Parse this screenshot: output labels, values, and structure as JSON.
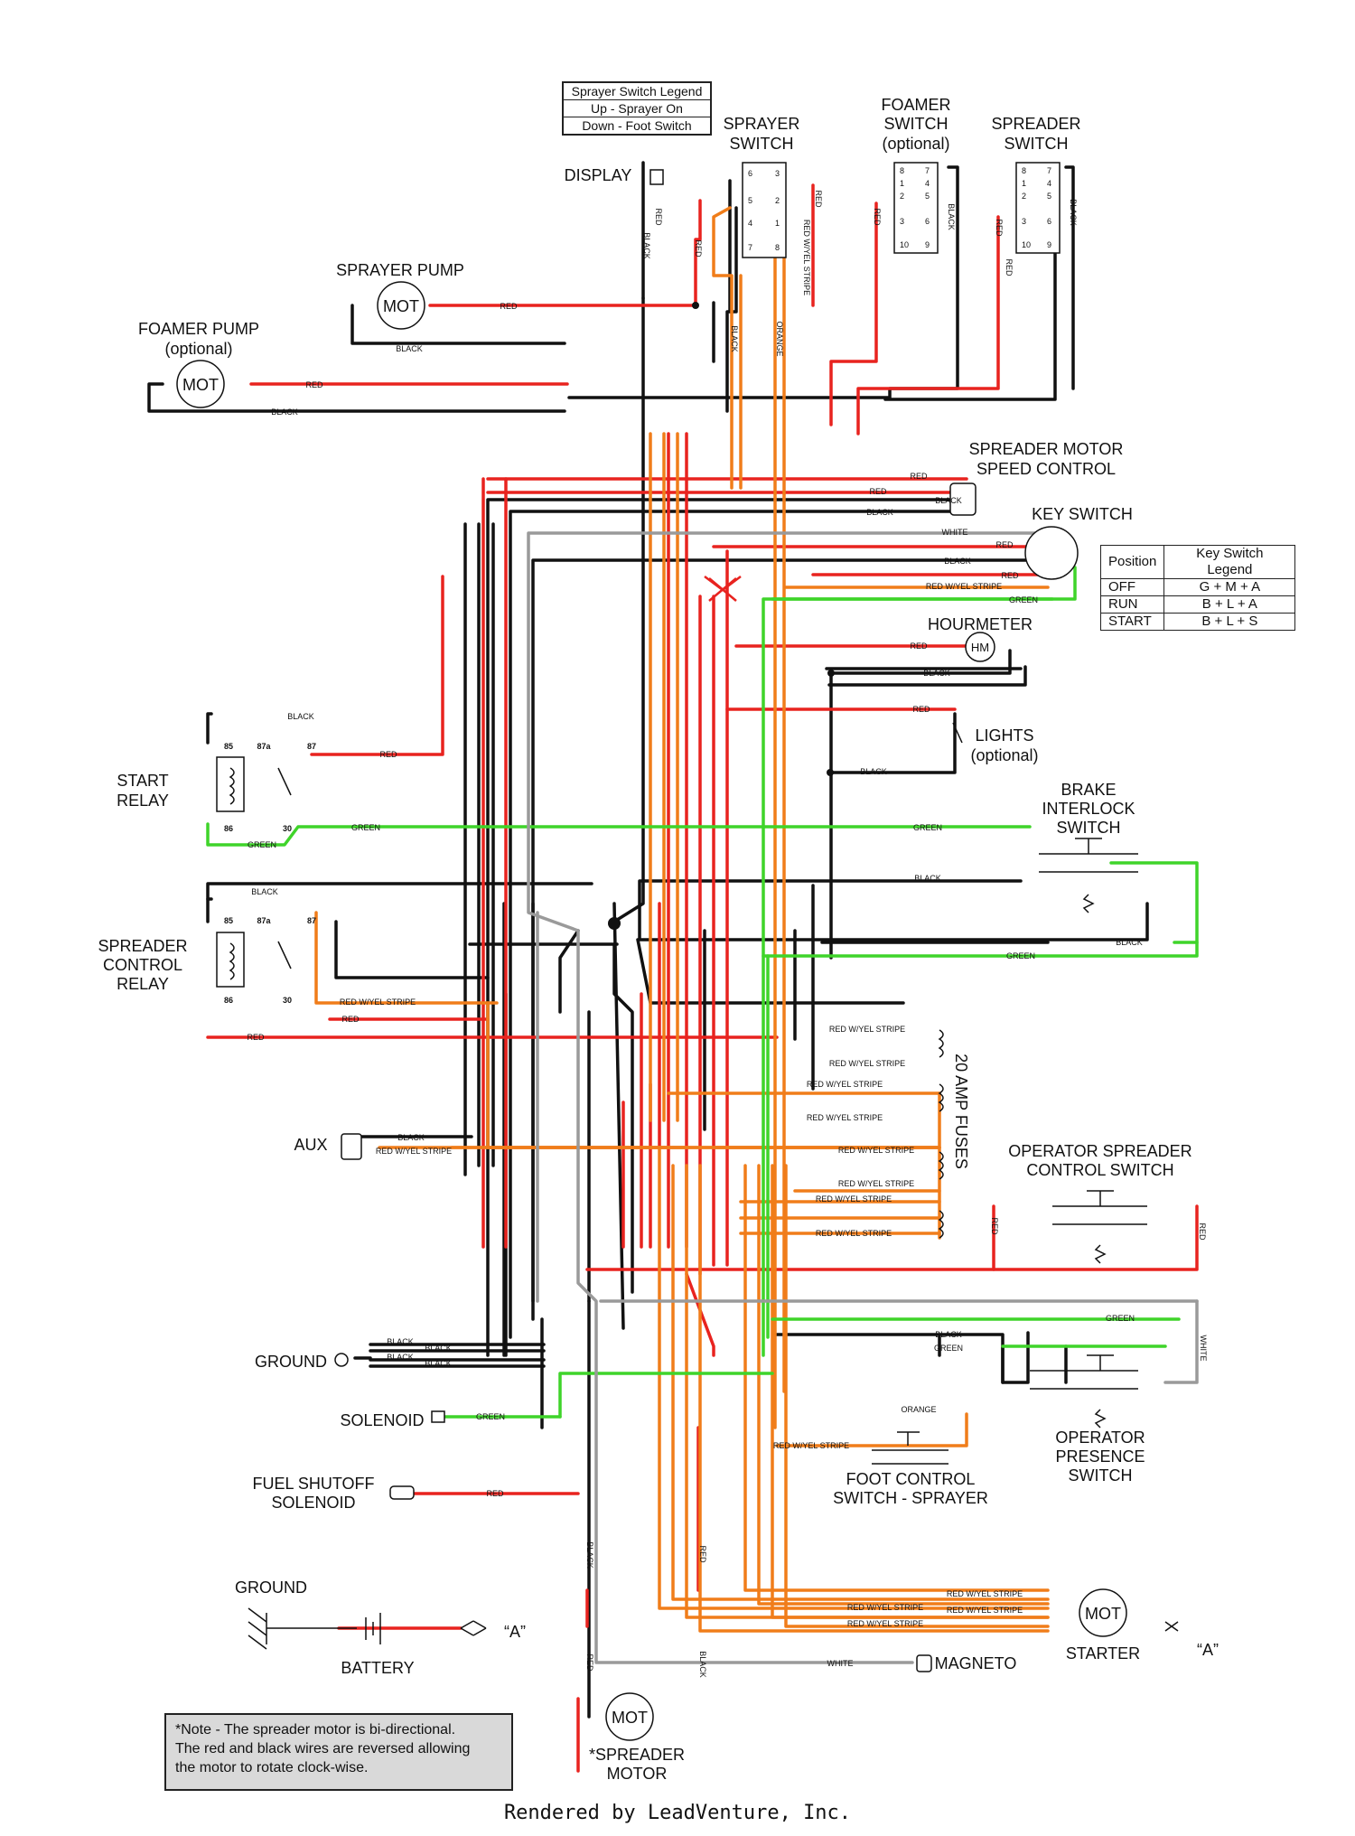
{
  "colors": {
    "red": "#e8231f",
    "black": "#111111",
    "orange": "#f07d1a",
    "green": "#3fd42a",
    "white_wire": "#9a9a9a",
    "note_bg": "#d9d9d9"
  },
  "sprayer_legend": {
    "title": "Sprayer Switch Legend",
    "rows": [
      "Up - Sprayer On",
      "Down - Foot Switch"
    ]
  },
  "key_switch_legend": {
    "header": [
      "Position",
      "Key Switch Legend"
    ],
    "rows": [
      [
        "OFF",
        "G + M + A"
      ],
      [
        "RUN",
        "B + L + A"
      ],
      [
        "START",
        "B + L + S"
      ]
    ]
  },
  "components": {
    "display": "DISPLAY",
    "sprayer_switch": [
      "SPRAYER",
      "SWITCH"
    ],
    "foamer_switch": [
      "FOAMER",
      "SWITCH",
      "(optional)"
    ],
    "spreader_switch": [
      "SPREADER",
      "SWITCH"
    ],
    "sprayer_pump": "SPRAYER PUMP",
    "foamer_pump": [
      "FOAMER PUMP",
      "(optional)"
    ],
    "spreader_motor_speed": [
      "SPREADER MOTOR",
      "SPEED CONTROL"
    ],
    "key_switch": "KEY SWITCH",
    "hourmeter": "HOURMETER",
    "lights": [
      "LIGHTS",
      "(optional)"
    ],
    "start_relay": [
      "START",
      "RELAY"
    ],
    "brake_interlock": [
      "BRAKE",
      "INTERLOCK",
      "SWITCH"
    ],
    "spreader_control_relay": [
      "SPREADER",
      "CONTROL",
      "RELAY"
    ],
    "fuses": "20 AMP FUSES",
    "aux": "AUX",
    "operator_spreader": [
      "OPERATOR SPREADER",
      "CONTROL SWITCH"
    ],
    "ground": "GROUND",
    "solenoid": "SOLENOID",
    "operator_presence": [
      "OPERATOR",
      "PRESENCE",
      "SWITCH"
    ],
    "foot_control": [
      "FOOT CONTROL",
      "SWITCH - SPRAYER"
    ],
    "fuel_shutoff": [
      "FUEL SHUTOFF",
      "SOLENOID"
    ],
    "ground_bottom": "GROUND",
    "battery": "BATTERY",
    "terminal_a": "“A”",
    "magneto": "MAGNETO",
    "starter": "STARTER",
    "spreader_motor": [
      "*SPREADER",
      "MOTOR"
    ],
    "mot": "MOT",
    "hm": "HM"
  },
  "relay_pins": [
    "85",
    "87a",
    "87",
    "86",
    "30"
  ],
  "switch_pins": {
    "sprayer": [
      "6",
      "3",
      "5",
      "2",
      "4",
      "1",
      "7",
      "8"
    ],
    "four_row": [
      "8",
      "7",
      "1",
      "4",
      "2",
      "5",
      "3",
      "6",
      "10",
      "9"
    ]
  },
  "wire_labels": {
    "red": "RED",
    "black": "BLACK",
    "orange": "ORANGE",
    "green": "GREEN",
    "white": "WHITE",
    "red_yel": "RED W/YEL STRIPE"
  },
  "note": [
    "*Note - The spreader motor is bi-directional.",
    "The red and black wires are reversed allowing",
    "the motor to rotate clock-wise."
  ],
  "footer": "Rendered by LeadVenture, Inc."
}
